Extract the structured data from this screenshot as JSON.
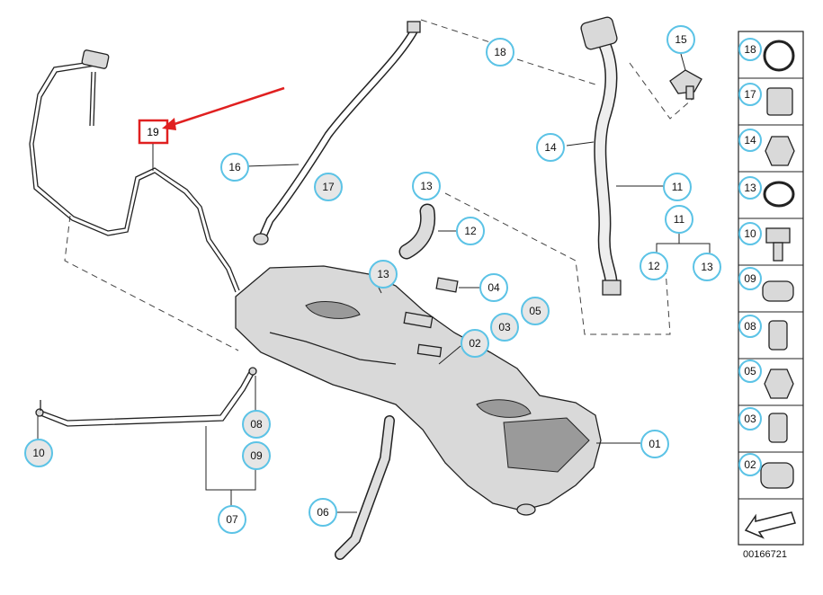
{
  "callouts": {
    "c19": "19",
    "c16": "16",
    "c17": "17",
    "c18": "18",
    "c15": "15",
    "c14": "14",
    "c11a": "11",
    "c11b": "11",
    "c12a": "12",
    "c13a": "13",
    "c13b": "13",
    "c13c": "13",
    "c12b": "12",
    "c04": "04",
    "c05": "05",
    "c03": "03",
    "c02": "02",
    "c01": "01",
    "c10": "10",
    "c08": "08",
    "c09": "09",
    "c07": "07",
    "c06": "06"
  },
  "panel": {
    "items": [
      "18",
      "17",
      "14",
      "13",
      "10",
      "09",
      "08",
      "05",
      "03",
      "02"
    ]
  },
  "diagram_number": "00166721",
  "colors": {
    "highlight": "#e02020",
    "callout_ring": "#5cc3e6"
  }
}
